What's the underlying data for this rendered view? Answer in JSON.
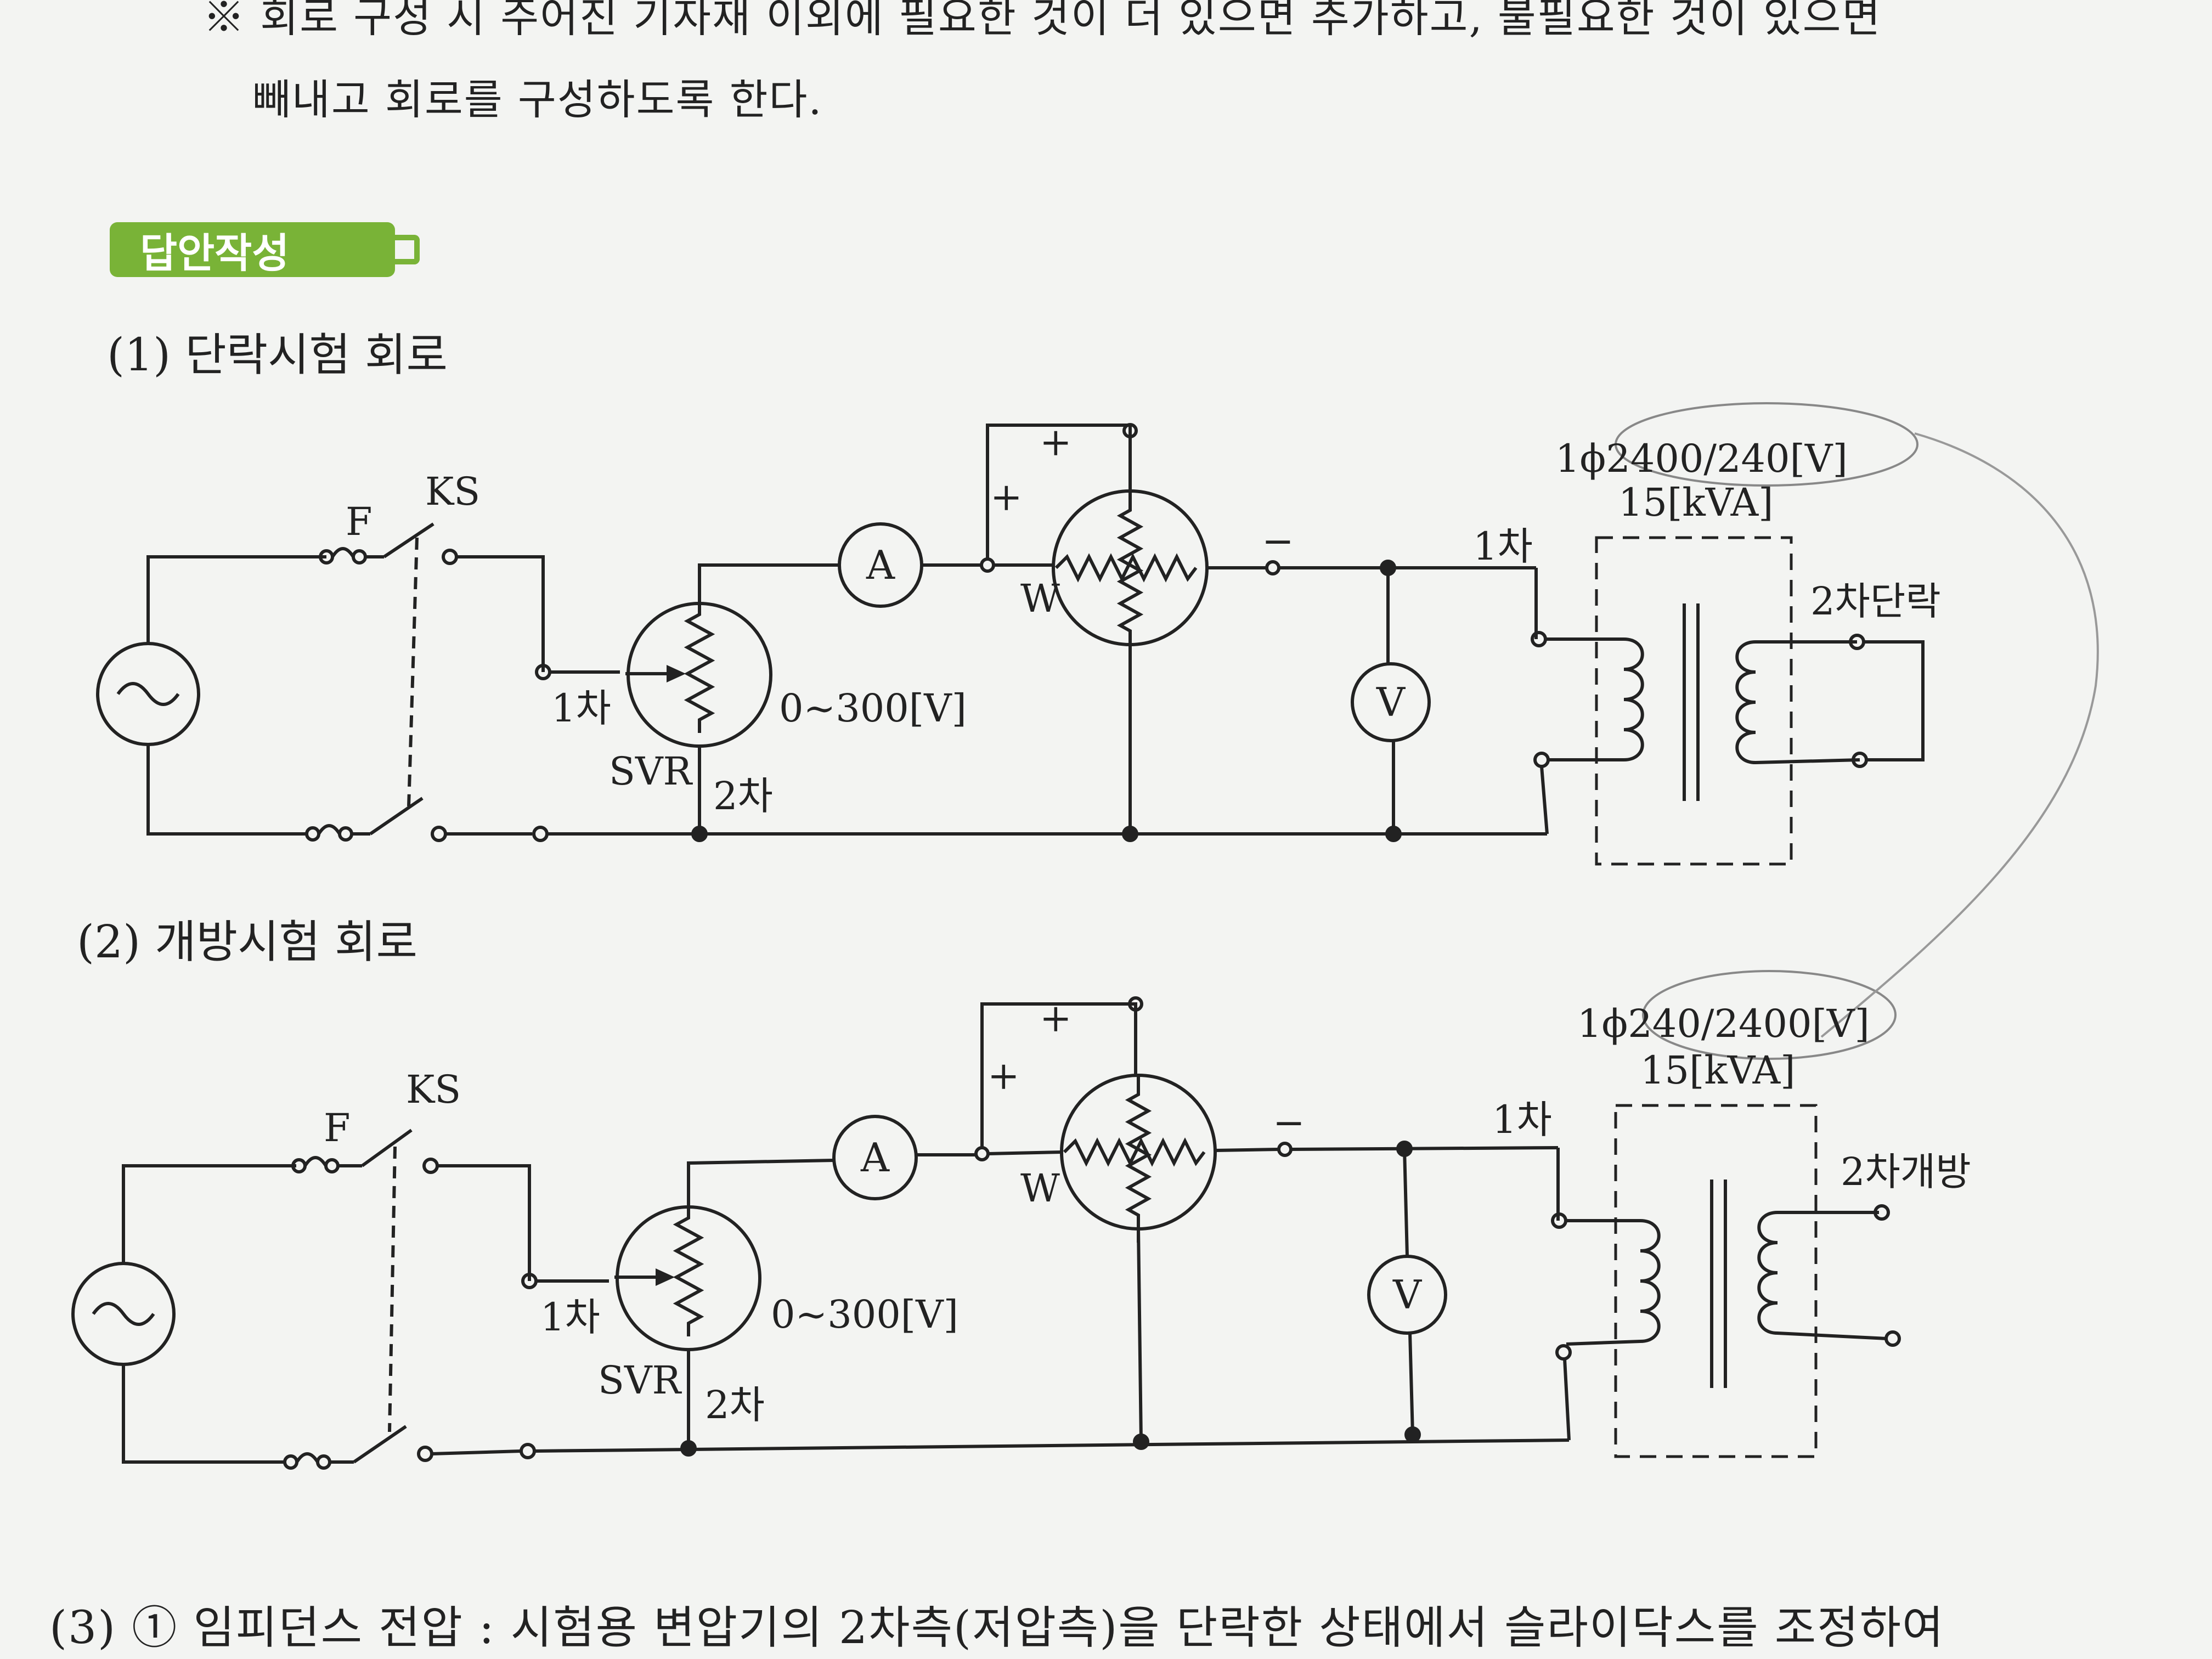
{
  "note": {
    "line1": "※ 회로 구성 시 주어진 기자재 이외에 필요한 것이 더 있으면 추가하고, 불필요한 것이 있으면",
    "line2": "빼내고 회로를 구성하도록 한다."
  },
  "badge": "답안작성",
  "circuits": [
    {
      "heading": "(1) 단락시험 회로",
      "fuse": "F",
      "switch": "KS",
      "ammeter": "A",
      "wattmeter": "W",
      "plus1": "+",
      "plus2": "+",
      "minus": "−",
      "voltmeter": "V",
      "svr_primary": "1차",
      "svr": "SVR",
      "svr_secondary": "2차",
      "svr_range": "0~300[V]",
      "tr_rating": "1ϕ2400/240[V]",
      "tr_capacity": "15[kVA]",
      "tr_primary": "1차",
      "tr_secondary": "2차단락"
    },
    {
      "heading": "(2) 개방시험 회로",
      "fuse": "F",
      "switch": "KS",
      "ammeter": "A",
      "wattmeter": "W",
      "plus1": "+",
      "plus2": "+",
      "minus": "−",
      "voltmeter": "V",
      "svr_primary": "1차",
      "svr": "SVR",
      "svr_secondary": "2차",
      "svr_range": "0~300[V]",
      "tr_rating": "1ϕ240/2400[V]",
      "tr_capacity": "15[kVA]",
      "tr_primary": "1차",
      "tr_secondary": "2차개방"
    }
  ],
  "footer": "(3) ① 임피던스 전압 : 시험용 변압기의 2차측(저압측)을 단락한 상태에서 슬라이닥스를 조정하여"
}
